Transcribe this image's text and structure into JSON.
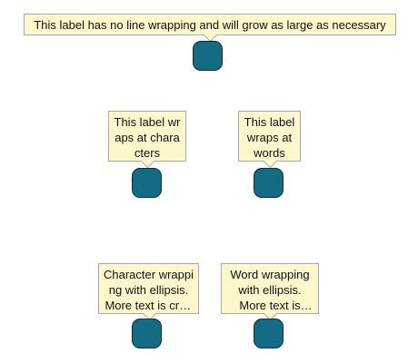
{
  "labels": {
    "no_wrap": "This label has no line wrapping and will grow as large as necessary",
    "char_wrap": "This label wraps at characters",
    "word_wrap": "This label wraps at words",
    "char_wrap_ellipsis": "Character wrapping with ellipsis. More text is cropped",
    "word_wrap_ellipsis": "Word wrapping with ellipsis. More text is cropped"
  },
  "colors": {
    "label_background": "#fcf8cc",
    "label_border": "#a8a8a8",
    "node_fill": "#136b84",
    "node_border": "#0d2f3a"
  }
}
